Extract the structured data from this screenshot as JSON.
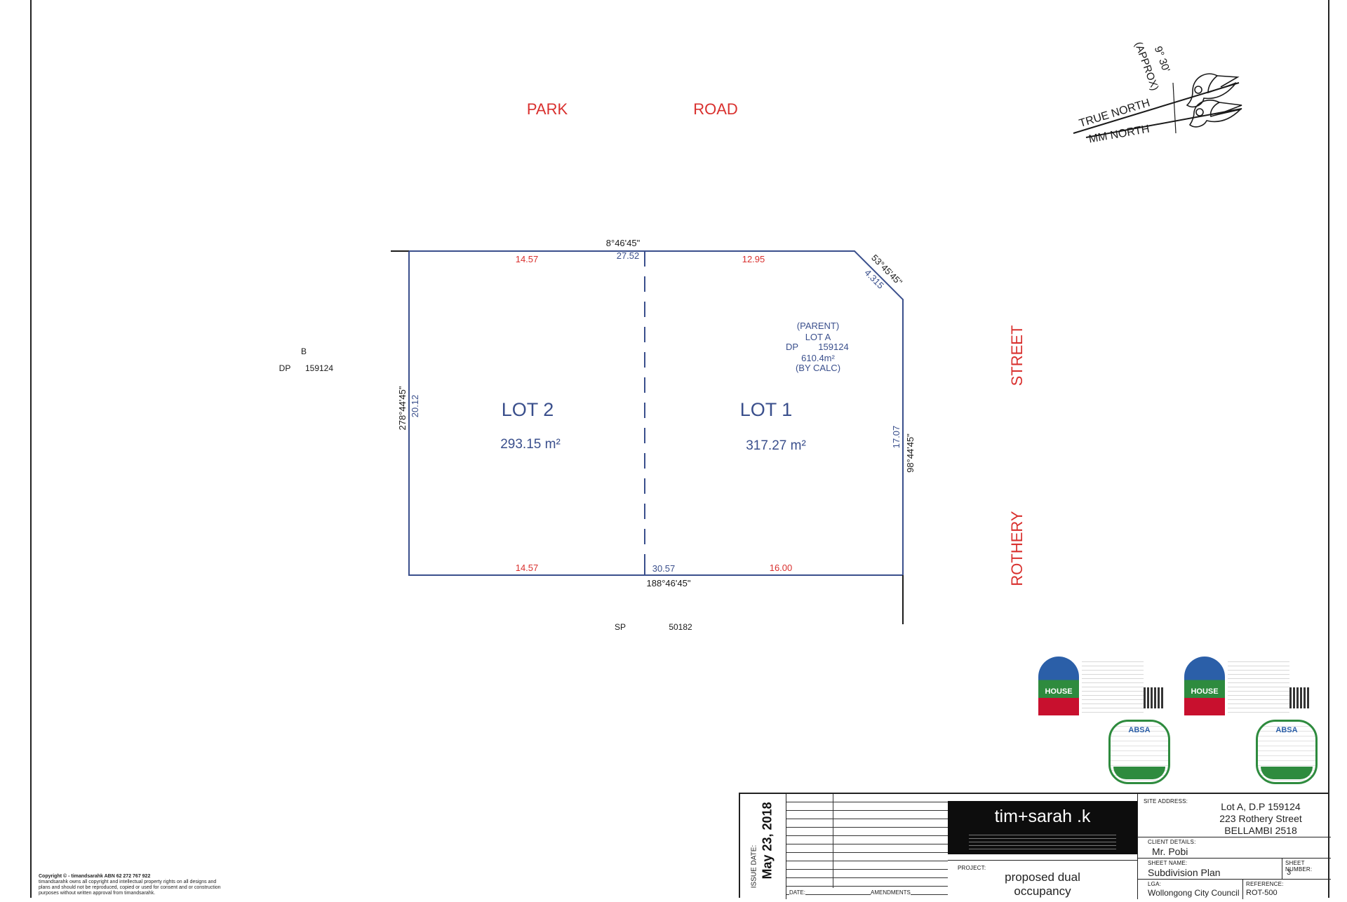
{
  "plan": {
    "streets": {
      "park": "PARK",
      "road": "ROAD",
      "street": "STREET",
      "rothery": "ROTHERY"
    },
    "lots": {
      "lot2": {
        "name": "LOT 2",
        "area": "293.15 m²"
      },
      "lot1": {
        "name": "LOT 1",
        "area": "317.27 m²"
      }
    },
    "parent": {
      "line1": "(PARENT)",
      "line2": "LOT A",
      "dp_label": "DP",
      "dp_value": "159124",
      "area": "610.4m²",
      "note": "(BY CALC)"
    },
    "neighbors": {
      "b_label": "B",
      "b_dp_label": "DP",
      "b_dp_value": "159124",
      "sp_label": "SP",
      "sp_value": "50182"
    },
    "bearings": {
      "top": "8°46'45\"",
      "bottom": "188°46'45\"",
      "left": "278°44'45\"",
      "right": "98°44'45\"",
      "corner": "53°45'45\""
    },
    "dimensions": {
      "top_lot2": "14.57",
      "top_total": "27.52",
      "top_lot1": "12.95",
      "bottom_lot2": "14.57",
      "bottom_total": "30.57",
      "bottom_lot1": "16.00",
      "left": "20.12",
      "right": "17.07",
      "corner": "4.315"
    },
    "north": {
      "true_north": "TRUE NORTH",
      "mm_north": "MM NORTH",
      "angle": "9° 30'",
      "approx": "(APPROX)"
    }
  },
  "badges": {
    "house_label": "HOUSE",
    "absa_label": "ABSA"
  },
  "title_block": {
    "issue_date_label": "ISSUE DATE:",
    "issue_date": "May 23, 2018",
    "date_label": "DATE:",
    "amendments_label": "AMENDMENTS",
    "brand": "tim+sarah .k",
    "project_label": "PROJECT:",
    "project_line1": "proposed dual",
    "project_line2": "occupancy",
    "site_address_label": "SITE ADDRESS:",
    "site_address_line1": "Lot A, D.P 159124",
    "site_address_line2": "223 Rothery Street",
    "site_address_line3": "BELLAMBI 2518",
    "client_label": "CLIENT DETAILS:",
    "client": "Mr. Pobi",
    "sheet_name_label": "SHEET NAME:",
    "sheet_name": "Subdivision Plan",
    "sheet_number_label": "SHEET NUMBER:",
    "sheet_number": "3",
    "lga_label": "LGA:",
    "lga": "Wollongong City Council",
    "reference_label": "REFERENCE:",
    "reference": "ROT-500"
  },
  "copyright": {
    "line1": "Copyright © - timandsarahk ABN 62 272 767 922",
    "line2": "timandsarahk owns all copyright and intellectual property rights on all designs and",
    "line3": "plans and should not be reproduced, copied or used for consent and or construction",
    "line4": "purposes without written approval from timandsarahk."
  },
  "colors": {
    "boundary": "#3a4f8c",
    "red": "#d9302e",
    "blue_text": "#3a4f8c",
    "black": "#1a1a1a"
  }
}
